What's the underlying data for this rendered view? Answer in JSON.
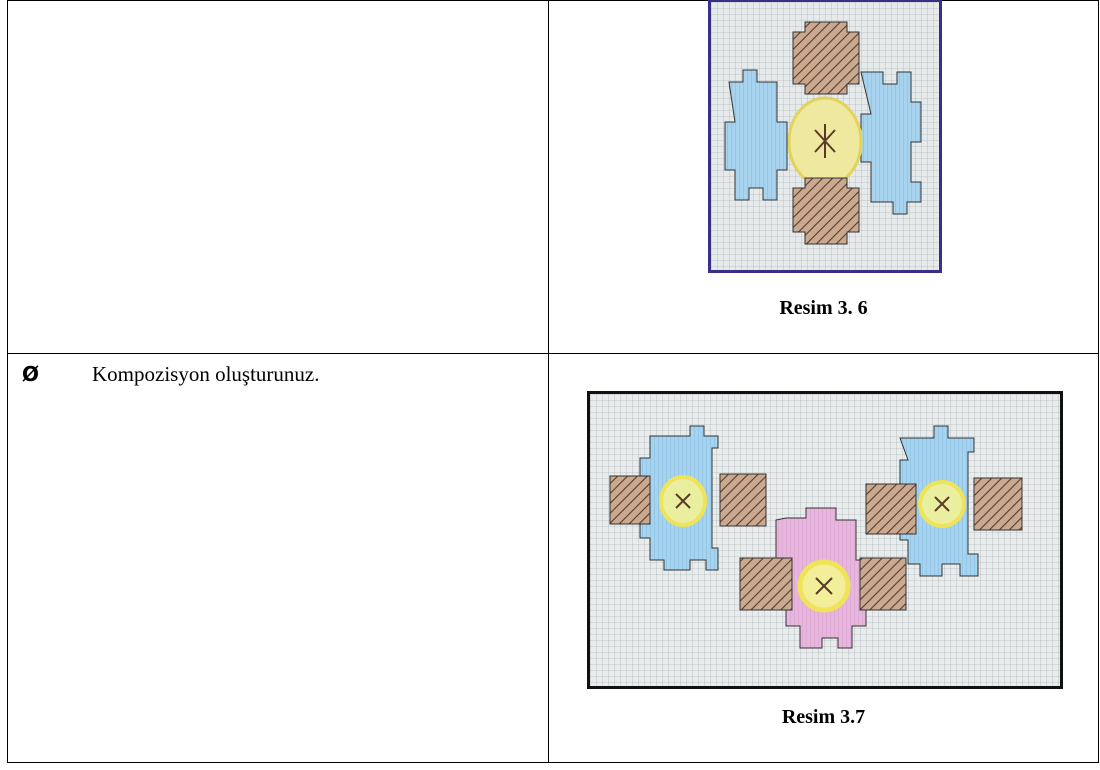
{
  "rows": [
    {
      "instruction": null,
      "caption": "Resim 3. 6"
    },
    {
      "instruction": {
        "bullet": "Ø",
        "text": "Kompozisyon oluşturunuz."
      },
      "caption": "Resim 3.7"
    }
  ],
  "colors": {
    "grid_bg": "#e8ebec",
    "grid_line": "#9aa3a8",
    "blue_fill": "#a7d3ef",
    "brown_hatch": "#5a3a2a",
    "yellow_ring": "#f2e35a",
    "pink_fill": "#e7b6dc",
    "frame_blue": "#3a2f86"
  }
}
